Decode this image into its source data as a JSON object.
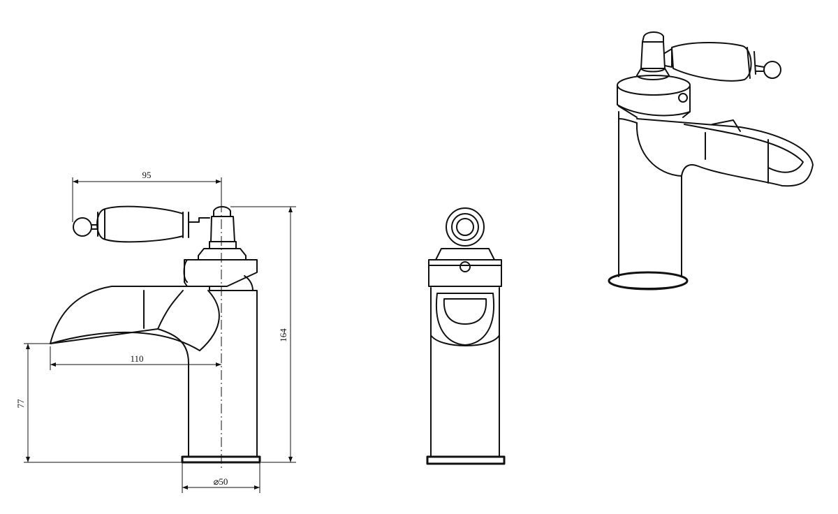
{
  "dimensions": {
    "handle_reach": "95",
    "spout_reach": "110",
    "total_height": "164",
    "spout_height": "77",
    "base_diameter": "⌀50"
  }
}
